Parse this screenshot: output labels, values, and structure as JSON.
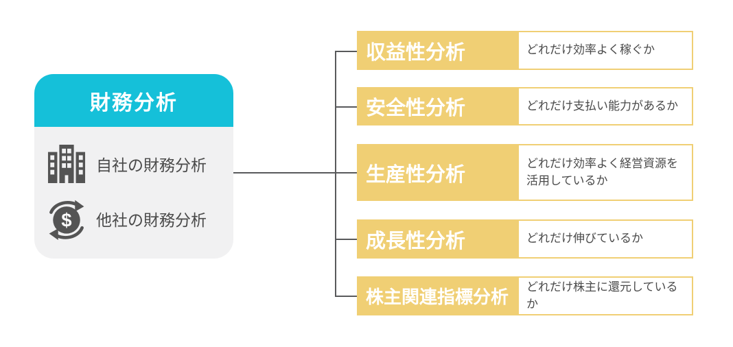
{
  "diagram": {
    "root": {
      "title": "財務分析",
      "items": [
        {
          "icon": "building-icon",
          "label": "自社の財務分析"
        },
        {
          "icon": "money-cycle-icon",
          "label": "他社の財務分析"
        }
      ]
    },
    "branches": [
      {
        "label": "収益性分析",
        "description": "どれだけ効率よく稼ぐか"
      },
      {
        "label": "安全性分析",
        "description": "どれだけ支払い能力があるか"
      },
      {
        "label": "生産性分析",
        "description": "どれだけ効率よく経営資源を活用しているか"
      },
      {
        "label": "成長性分析",
        "description": "どれだけ伸びているか"
      },
      {
        "label": "株主関連指標分析",
        "description": "どれだけ株主に還元しているか"
      }
    ],
    "colors": {
      "accent_cyan": "#15c0d9",
      "accent_yellow": "#f0cf74",
      "panel_gray": "#f1f1f2",
      "connector_gray": "#58595b",
      "icon_gray": "#545454",
      "text_dark": "#4a4a4a"
    }
  }
}
